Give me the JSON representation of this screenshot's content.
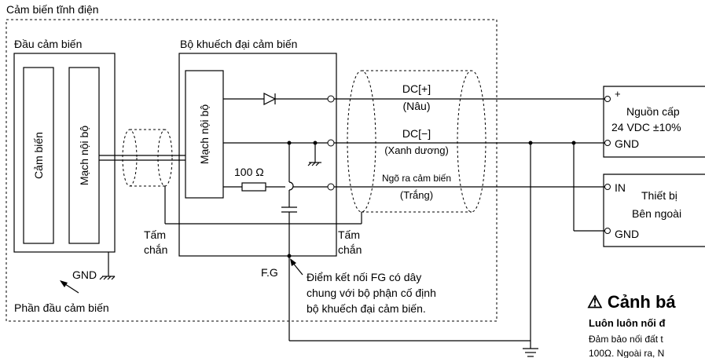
{
  "diagram": {
    "outer_title": "Cảm biến tĩnh điện",
    "sensor_head": {
      "title": "Đầu cảm biến",
      "sensor_label": "Cảm biến",
      "circuit_label": "Mạch nội bộ",
      "ground_label": "GND",
      "part_label": "Phần đầu cảm biến"
    },
    "amplifier": {
      "title": "Bộ khuếch đại cảm biến",
      "circuit_label": "Mạch nội bộ",
      "resistor_label": "100 Ω"
    },
    "wires": {
      "dc_plus": "DC[+]",
      "dc_plus_color": "(Nâu)",
      "dc_minus": "DC[−]",
      "dc_minus_color": "(Xanh dương)",
      "output": "Ngõ ra cảm biến",
      "output_color": "(Trắng)"
    },
    "shield_left": [
      "Tấm",
      "chắn"
    ],
    "shield_right": [
      "Tấm",
      "chắn"
    ],
    "fg_label": "F.G",
    "fg_note": [
      "Điểm kết nối FG có dây",
      "chung với bộ phận cố định",
      "bộ khuếch đại cảm biến."
    ],
    "power_supply": {
      "plus": "+",
      "name": "Nguồn cấp",
      "voltage": "24 VDC ±10%",
      "gnd": "GND"
    },
    "external_device": {
      "in": "IN",
      "name_line1": "Thiết bị",
      "name_line2": "Bên ngoài",
      "gnd": "GND"
    },
    "warning": {
      "title": "⚠ Cảnh bá",
      "line1": "Luôn luôn nối đ",
      "line2": "Đảm bảo nối đất t",
      "line3": "100Ω. Ngoài ra, N"
    }
  }
}
